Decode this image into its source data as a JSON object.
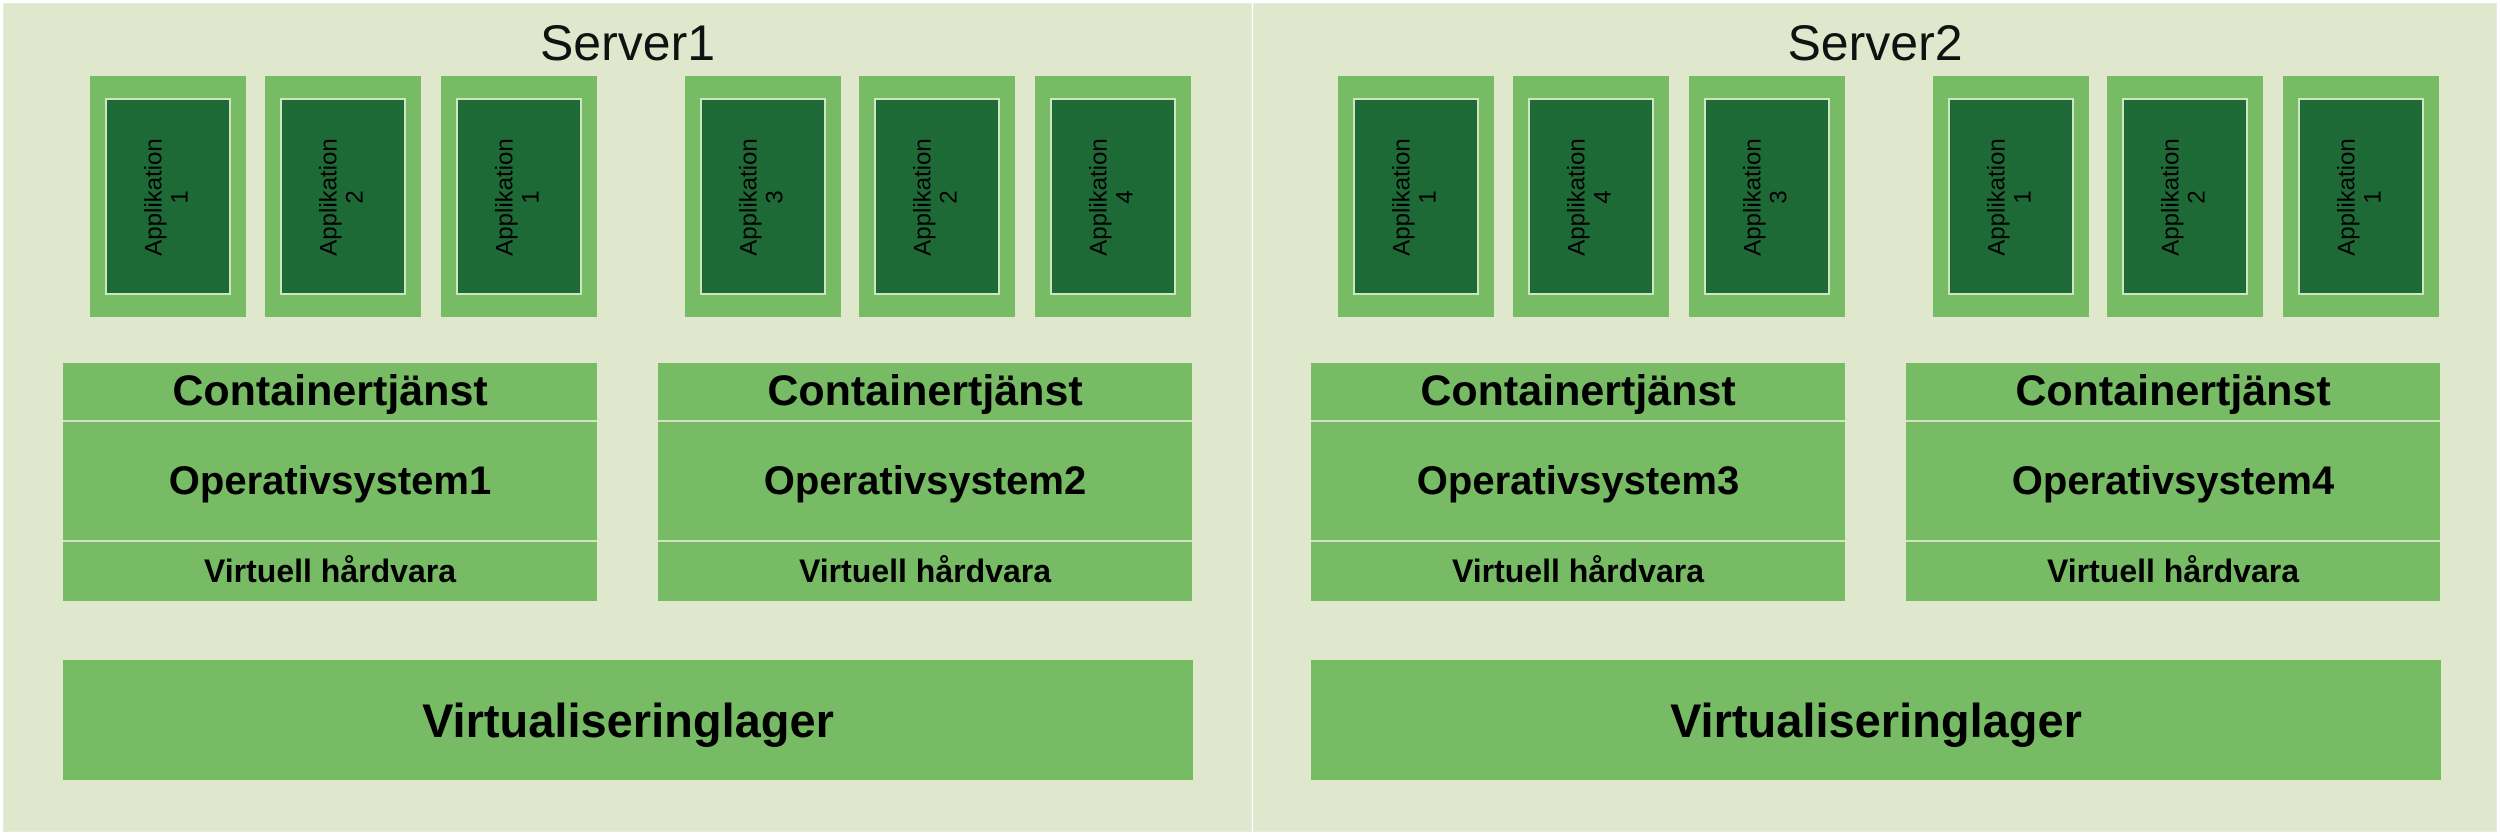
{
  "servers": [
    {
      "title": "Server1",
      "apps": [
        {
          "name": "Applikation",
          "num": "1"
        },
        {
          "name": "Applikation",
          "num": "2"
        },
        {
          "name": "Applikation",
          "num": "1"
        },
        {
          "name": "Applikation",
          "num": "3"
        },
        {
          "name": "Applikation",
          "num": "2"
        },
        {
          "name": "Applikation",
          "num": "4"
        }
      ],
      "stacks": [
        {
          "container": "Containertjänst",
          "os": "Operativsystem1",
          "hw": "Virtuell hårdvara"
        },
        {
          "container": "Containertjänst",
          "os": "Operativsystem2",
          "hw": "Virtuell hårdvara"
        }
      ],
      "virtualization": "Virtualiseringlager"
    },
    {
      "title": "Server2",
      "apps": [
        {
          "name": "Applikation",
          "num": "1"
        },
        {
          "name": "Applikation",
          "num": "4"
        },
        {
          "name": "Applikation",
          "num": "3"
        },
        {
          "name": "Applikation",
          "num": "1"
        },
        {
          "name": "Applikation",
          "num": "2"
        },
        {
          "name": "Applikation",
          "num": "1"
        }
      ],
      "stacks": [
        {
          "container": "Containertjänst",
          "os": "Operativsystem3",
          "hw": "Virtuell hårdvara"
        },
        {
          "container": "Containertjänst",
          "os": "Operativsystem4",
          "hw": "Virtuell hårdvara"
        }
      ],
      "virtualization": "Virtualiseringlager"
    }
  ]
}
